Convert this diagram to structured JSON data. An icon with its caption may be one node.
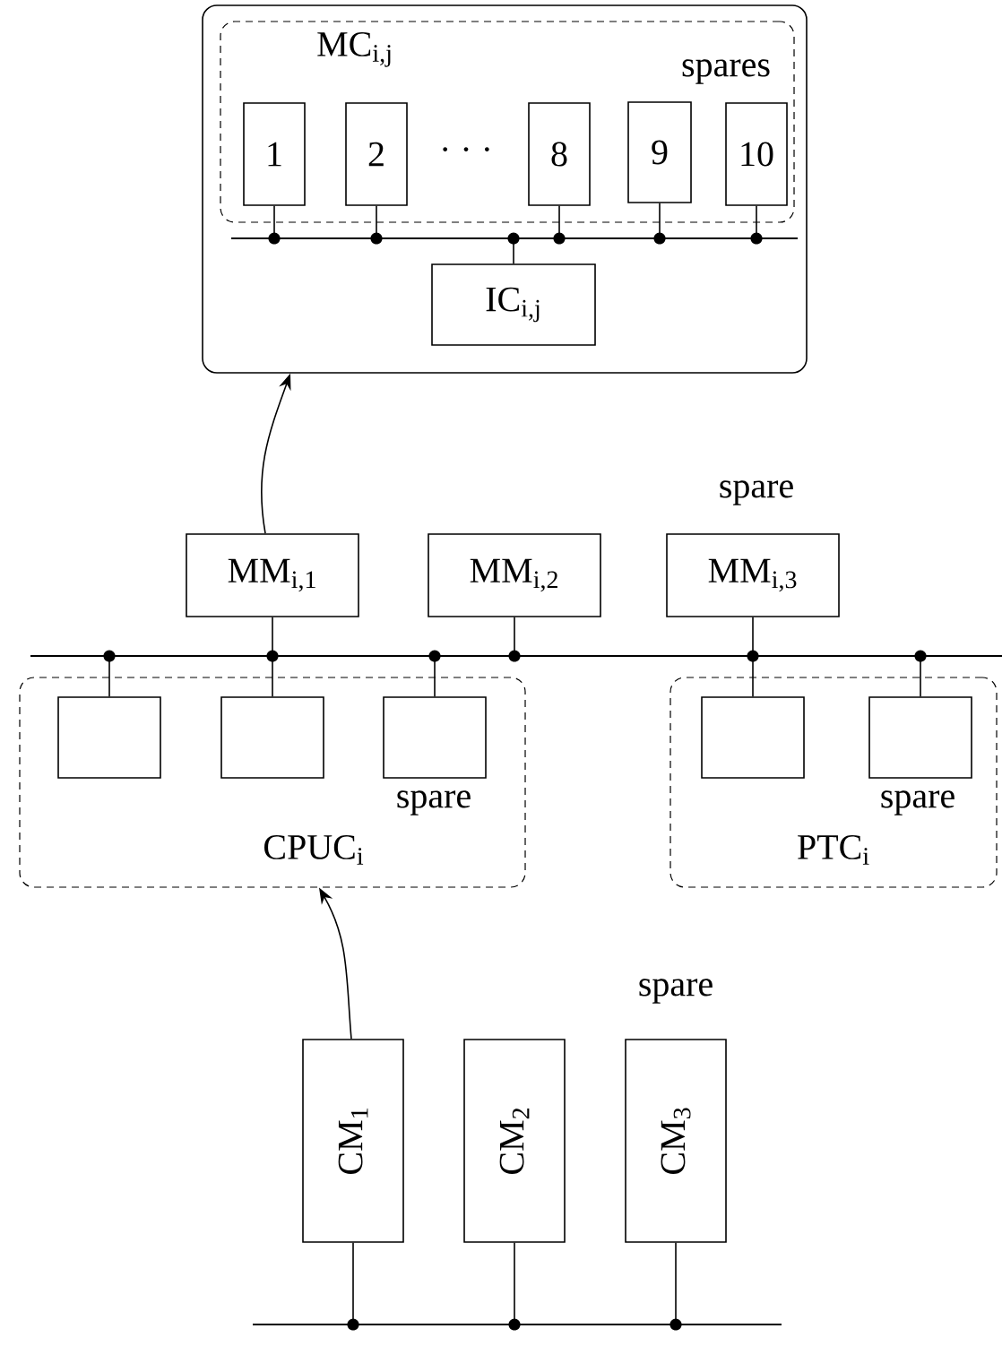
{
  "diagram": {
    "nodes": [
      {
        "text": [],
        "shape": "box"
      },
      {
        "text": [
          "MC$_{i,j}$"
        ],
        "in": 0
      },
      {
        "text": [
          "1"
        ],
        "in": 1
      },
      {
        "text": [
          "2"
        ],
        "in": 1
      },
      {
        "text": [
          "8"
        ],
        "in": 1
      },
      {
        "text": [
          "9"
        ],
        "in": 1
      },
      {
        "text": [
          "10"
        ],
        "in": 1
      },
      {
        "text": [],
        "shape": "bar",
        "in": 0
      },
      {
        "text": [
          "IC$_{i,j}$"
        ],
        "in": 0
      },
      {
        "text": [
          "MM$_{i,1}$"
        ]
      },
      {
        "text": [
          "MM$_{i,2}$"
        ]
      },
      {
        "text": [
          "MM$_{i,3}$"
        ],
        "beside": [
          "spare"
        ]
      },
      {
        "text": [],
        "shape": "bar"
      },
      {
        "text": [
          "CPUC$_{i}$"
        ]
      },
      {
        "text": [],
        "shape": "box",
        "in": 13
      },
      {
        "text": [],
        "shape": "box",
        "in": 13
      },
      {
        "text": [],
        "shape": "box",
        "in": 13,
        "beside": [
          "spare"
        ]
      },
      {
        "text": [
          "PTC$_{i}$"
        ]
      },
      {
        "text": [],
        "shape": "box",
        "in": 17
      },
      {
        "text": [],
        "shape": "box",
        "in": 17,
        "beside": [
          "spare"
        ]
      },
      {
        "text": [
          "CM$_{1}$"
        ]
      },
      {
        "text": [
          "CM$_{2}$"
        ]
      },
      {
        "text": [
          "CM$_{3}$"
        ],
        "beside": [
          "spare"
        ]
      },
      {
        "text": [],
        "shape": "bar"
      }
    ],
    "edges": [
      {
        "from": 2,
        "to": 7,
        "arrow": "none"
      },
      {
        "from": 3,
        "to": 7,
        "arrow": "none"
      },
      {
        "from": 4,
        "to": 7,
        "arrow": "none"
      },
      {
        "from": 8,
        "to": 7,
        "arrow": "none"
      },
      {
        "from": 5,
        "to": 7,
        "arrow": "none"
      },
      {
        "from": 6,
        "to": 7,
        "arrow": "none"
      },
      {
        "from": 9,
        "to": 0,
        "arrow": "to"
      },
      {
        "from": 9,
        "to": 12,
        "arrow": "none"
      },
      {
        "from": 10,
        "to": 12,
        "arrow": "none"
      },
      {
        "from": 11,
        "to": 12,
        "arrow": "none"
      },
      {
        "from": 14,
        "to": 12,
        "arrow": "none"
      },
      {
        "from": 15,
        "to": 12,
        "arrow": "none"
      },
      {
        "from": 16,
        "to": 12,
        "arrow": "none"
      },
      {
        "from": 18,
        "to": 12,
        "arrow": "none"
      },
      {
        "from": 19,
        "to": 12,
        "arrow": "none"
      },
      {
        "from": 20,
        "to": 13,
        "arrow": "to"
      },
      {
        "from": 20,
        "to": 23,
        "arrow": "none"
      },
      {
        "from": 21,
        "to": 23,
        "arrow": "none"
      },
      {
        "from": 22,
        "to": 23,
        "arrow": "none"
      }
    ],
    "labels": [
      "spares",
      "· · ·"
    ]
  }
}
